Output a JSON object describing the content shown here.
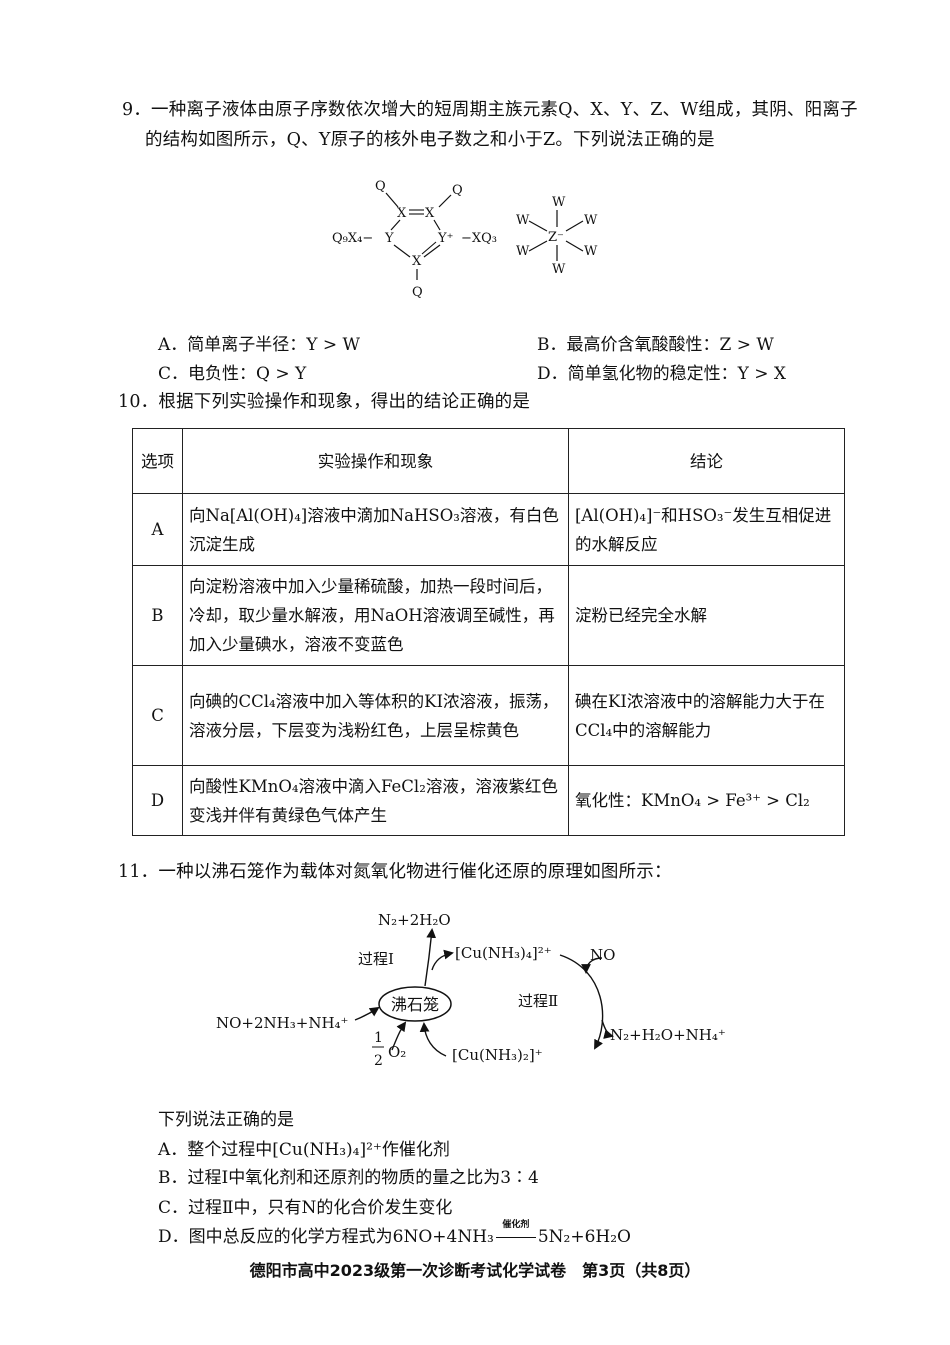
{
  "q9": {
    "line1": "9．一种离子液体由原子序数依次增大的短周期主族元素Q、X、Y、Z、W组成，其阴、阳离子",
    "line2": "的结构如图所示，Q、Y原子的核外电子数之和小于Z。下列说法正确的是",
    "struct": {
      "q": "Q",
      "x": "X",
      "y": "Y",
      "yplus": "Y⁺",
      "xq3": "−XQ₃",
      "q9x4": "Q₉X₄−",
      "w": "W",
      "zminus": "Z⁻"
    },
    "options": {
      "A": "A．简单离子半径：Y > W",
      "B": "B．最高价含氧酸酸性：Z > W",
      "C": "C．电负性：Q > Y",
      "D": "D．简单氢化物的稳定性：Y > X"
    }
  },
  "q10": {
    "stem": "10．根据下列实验操作和现象，得出的结论正确的是",
    "headers": [
      "选项",
      "实验操作和现象",
      "结论"
    ],
    "rows": [
      {
        "opt": "A",
        "op": "向Na[Al(OH)₄]溶液中滴加NaHSO₃溶液，有白色沉淀生成",
        "con": "[Al(OH)₄]⁻和HSO₃⁻发生互相促进的水解反应"
      },
      {
        "opt": "B",
        "op": "向淀粉溶液中加入少量稀硫酸，加热一段时间后，冷却，取少量水解液，用NaOH溶液调至碱性，再加入少量碘水，溶液不变蓝色",
        "con": "淀粉已经完全水解"
      },
      {
        "opt": "C",
        "op": "向碘的CCl₄溶液中加入等体积的KI浓溶液，振荡，溶液分层，下层变为浅粉红色，上层呈棕黄色",
        "con": "碘在KI浓溶液中的溶解能力大于在CCl₄中的溶解能力"
      },
      {
        "opt": "D",
        "op": "向酸性KMnO₄溶液中滴入FeCl₂溶液，溶液紫红色变浅并伴有黄绿色气体产生",
        "con": "氧化性：KMnO₄ > Fe³⁺ > Cl₂"
      }
    ]
  },
  "q11": {
    "stem": "11．一种以沸石笼作为载体对氮氧化物进行催化还原的原理如图所示：",
    "diagram": {
      "n2_2h2o": "N₂+2H₂O",
      "process1": "过程Ⅰ",
      "cu_nh3_4": "[Cu(NH₃)₄]²⁺",
      "no": "NO",
      "zeolite": "沸石笼",
      "process2": "过程Ⅱ",
      "reactants": "NO+2NH₃+NH₄⁺",
      "products": "N₂+H₂O+NH₄⁺",
      "half": "1",
      "half_den": "2",
      "o2": "O₂",
      "cu_nh3_2": "[Cu(NH₃)₂]⁺"
    },
    "lead": "下列说法正确的是",
    "options": {
      "A": "A．整个过程中[Cu(NH₃)₄]²⁺作催化剂",
      "B": "B．过程Ⅰ中氧化剂和还原剂的物质的量之比为3∶4",
      "C": "C．过程Ⅱ中，只有N的化合价发生变化",
      "D_pre": "D．图中总反应的化学方程式为6NO+4NH₃",
      "D_cond": "催化剂",
      "D_post": "5N₂+6H₂O"
    }
  },
  "footer": "德阳市高中2023级第一次诊断考试化学试卷　第3页（共8页）"
}
